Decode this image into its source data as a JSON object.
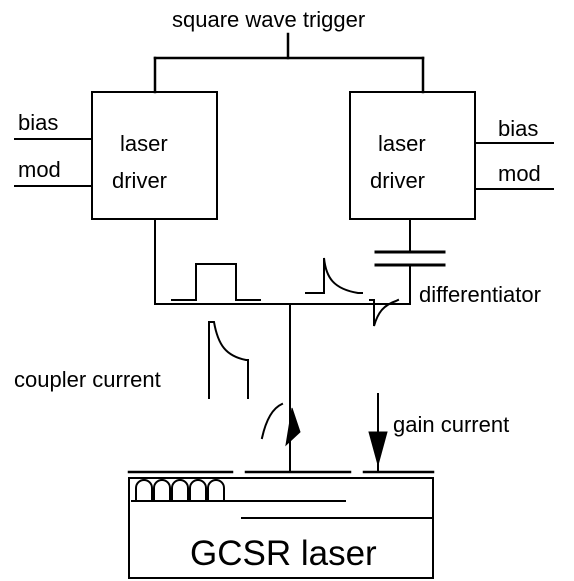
{
  "labels": {
    "trigger": "square wave trigger",
    "left_bias": "bias",
    "left_mod": "mod",
    "left_driver_line1": "laser",
    "left_driver_line2": "driver",
    "right_driver_line1": "laser",
    "right_driver_line2": "driver",
    "right_bias": "bias",
    "right_mod": "mod",
    "differentiator": "differentiator",
    "coupler_current": "coupler current",
    "gain_current": "gain current",
    "laser": "GCSR laser"
  }
}
